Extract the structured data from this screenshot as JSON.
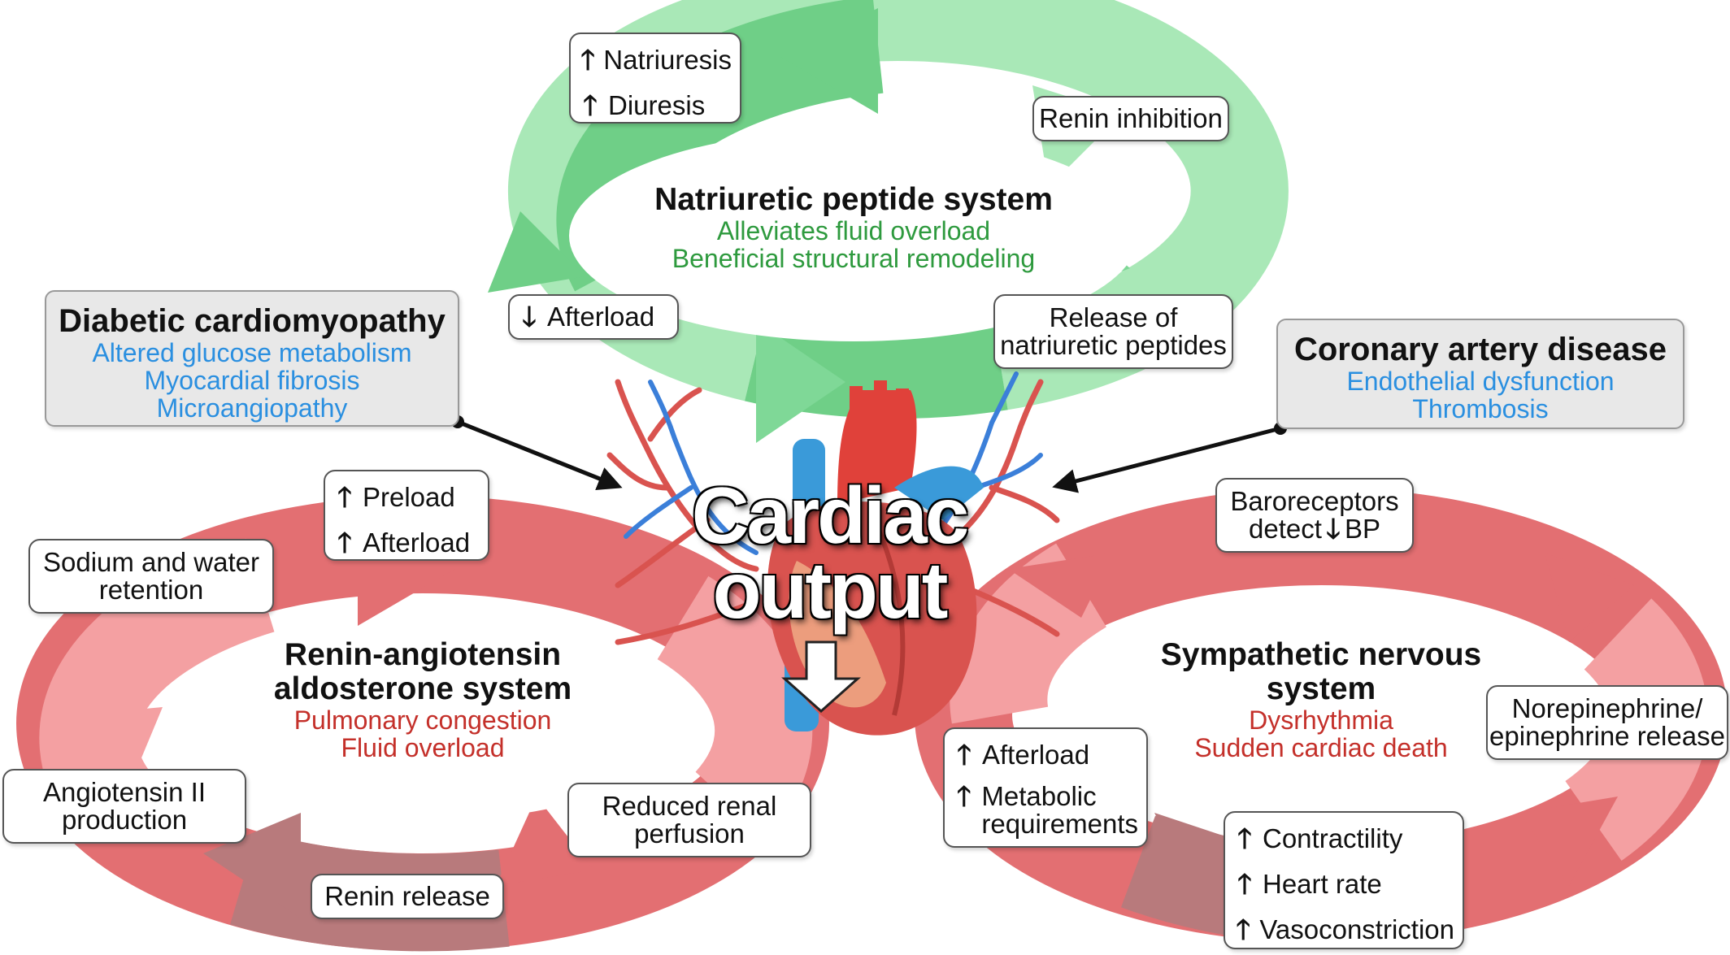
{
  "colors": {
    "green_dark": "#6fcf87",
    "green_light": "#a9e8b7",
    "red_dark": "#e36f72",
    "red_light": "#f4a0a2",
    "red_muted": "#b87a7c",
    "accent_blue": "#2a8fe0",
    "text_green": "#2e9a3e",
    "text_red": "#c4302a"
  },
  "center": {
    "line1": "Cardiac",
    "line2": "output",
    "arrow_icon": "down-arrow-icon"
  },
  "natriuretic": {
    "title": "Natriuretic peptide system",
    "sub1": "Alleviates fluid overload",
    "sub2": "Beneficial structural remodeling",
    "box_top_left": {
      "item1": "Natriuresis",
      "item2": "Diuresis"
    },
    "box_renin_inhibition": "Renin inhibition",
    "box_afterload": "Afterload",
    "box_release_line1": "Release of",
    "box_release_line2": "natriuretic peptides"
  },
  "diabetic": {
    "title": "Diabetic cardiomyopathy",
    "sub1": "Altered glucose metabolism",
    "sub2": "Myocardial fibrosis",
    "sub3": "Microangiopathy"
  },
  "coronary": {
    "title": "Coronary artery disease",
    "sub1": "Endothelial dysfunction",
    "sub2": "Thrombosis"
  },
  "raas": {
    "title_line1": "Renin-angiotensin",
    "title_line2": "aldosterone system",
    "sub1": "Pulmonary congestion",
    "sub2": "Fluid overload",
    "box_preload": {
      "item1": "Preload",
      "item2": "Afterload"
    },
    "box_sodium_line1": "Sodium and water",
    "box_sodium_line2": "retention",
    "box_angiotensin_line1": "Angiotensin II",
    "box_angiotensin_line2": "production",
    "box_renin_release": "Renin release",
    "box_renal_line1": "Reduced renal",
    "box_renal_line2": "perfusion"
  },
  "sns": {
    "title_line1": "Sympathetic nervous",
    "title_line2": "system",
    "sub1": "Dysrhythmia",
    "sub2": "Sudden cardiac death",
    "box_baro_line1": "Baroreceptors",
    "box_baro_line2a": "detect",
    "box_baro_line2b": "BP",
    "box_norepi_line1": "Norepinephrine/",
    "box_norepi_line2": "epinephrine release",
    "box_afterload": {
      "item1": "Afterload",
      "item2_line1": "Metabolic",
      "item2_line2": "requirements"
    },
    "box_contract": {
      "item1": "Contractility",
      "item2": "Heart rate",
      "item3": "Vasoconstriction"
    }
  }
}
